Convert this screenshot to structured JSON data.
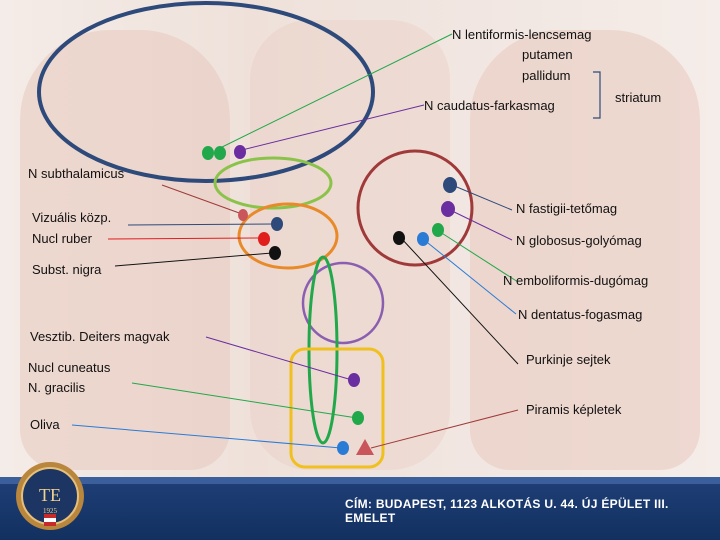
{
  "labels": {
    "lentiformis": "N lentiformis-lencsemag",
    "putamen": "putamen",
    "pallidum": "pallidum",
    "caudatus": "N caudatus-farkasmag",
    "striatum": "striatum",
    "subthalamicus": "N subthalamicus",
    "vizualis_1": "Vizuális közp.",
    "vizualis_2": "Nucl ruber",
    "subst_nigra": "Subst. nigra",
    "vesztib": "Vesztib. Deiters magvak",
    "cuneatus_1": "Nucl cuneatus",
    "cuneatus_2": "N. gracilis",
    "oliva": "Oliva",
    "fastigii": "N fastigii-tetőmag",
    "globosus": "N globosus-golyómag",
    "emboliformis": "N emboliformis-dugómag",
    "dentatus": "N dentatus-fogasmag",
    "purkinje": "Purkinje sejtek",
    "piramis": "Piramis képletek"
  },
  "footer": {
    "address": "CÍM: BUDAPEST, 1123 ALKOTÁS U. 44. ÚJ ÉPÜLET III. EMELET"
  },
  "logo": {
    "monogram": "TE",
    "year": "1925"
  },
  "colors": {
    "navy": "#2d4a7a",
    "green": "#21a84a",
    "purple": "#6a2ea0",
    "black": "#111111",
    "blue": "#2a7bd6",
    "red": "#e01e1e",
    "pink_red": "#c8565a",
    "brown_red": "#a03a3a",
    "orange": "#e88a2a",
    "olive_green": "#8bc34a",
    "yellow": "#f0c020",
    "lavender": "#8a5fb0"
  }
}
